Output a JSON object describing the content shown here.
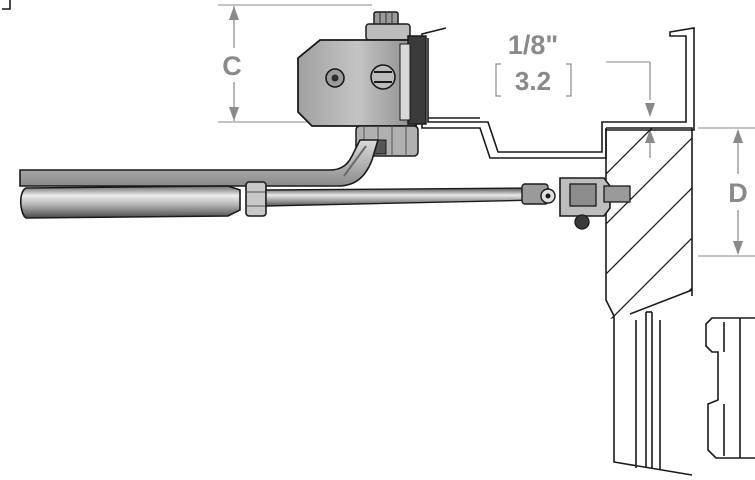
{
  "dimension_c": {
    "label": "C"
  },
  "dimension_d": {
    "label": "D"
  },
  "gap_dimension": {
    "inches": "1/8\"",
    "millimeters": "3.2"
  },
  "colors": {
    "dimension": "#8a8a8a",
    "outline": "#1a1a1a",
    "metal_light": "#d9d9d9",
    "metal_mid": "#a8a8a8",
    "metal_dark": "#5e5e5e"
  }
}
